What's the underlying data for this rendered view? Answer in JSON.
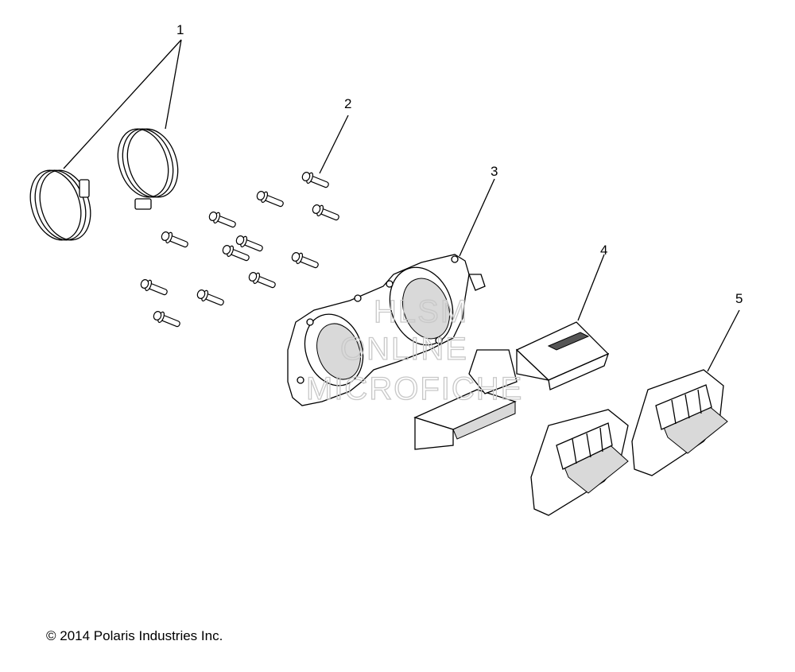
{
  "callouts": [
    {
      "number": "1",
      "part": "clamp"
    },
    {
      "number": "2",
      "part": "screw"
    },
    {
      "number": "3",
      "part": "adapter-plate"
    },
    {
      "number": "4",
      "part": "reed-stuffer"
    },
    {
      "number": "5",
      "part": "reed-cage"
    }
  ],
  "watermark": [
    "HLSM",
    "ONLINE",
    "MICROFICHE"
  ],
  "copyright": "© 2014 Polaris Industries Inc."
}
